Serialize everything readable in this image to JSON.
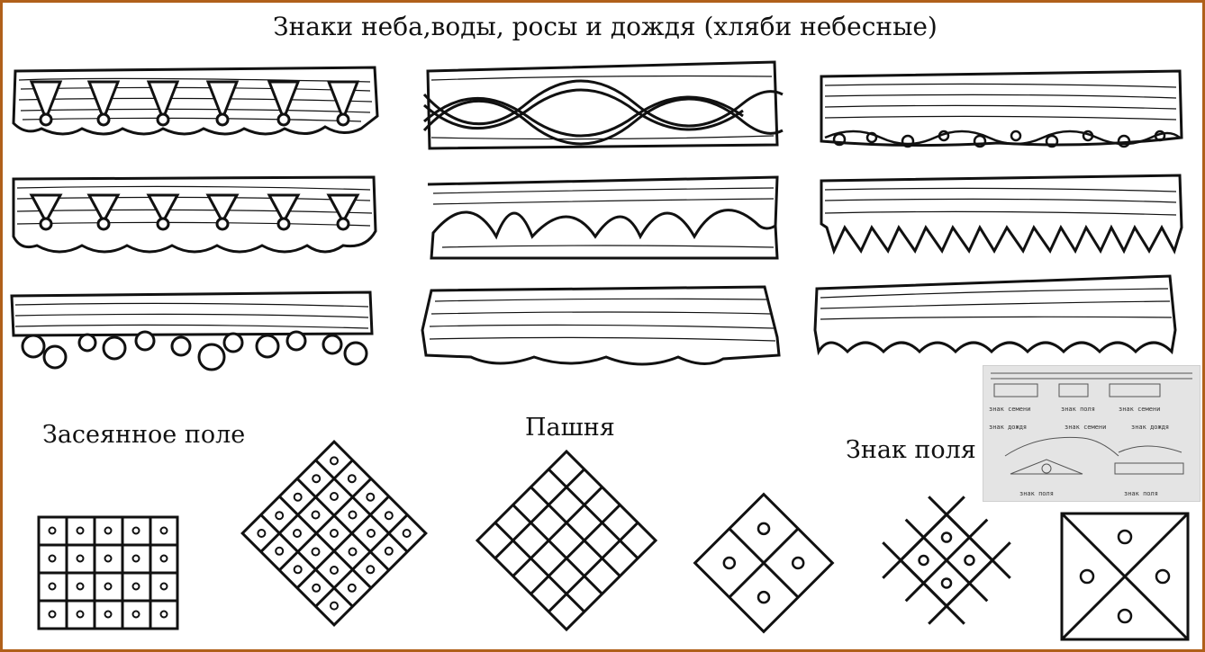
{
  "title": "Знаки неба,воды, росы и дождя (хляби небесные)",
  "labels": {
    "sown_field": "Засеянное поле",
    "plowland": "Пашня",
    "field_sign": "Знак поля"
  },
  "inset": {
    "labels": [
      "знак семени",
      "знак поля",
      "знак семени",
      "знак дождя",
      "знак семени",
      "знак дождя",
      "знак поля",
      "знак поля"
    ]
  },
  "colors": {
    "frame": "#b0601a",
    "ink": "#111111",
    "inset_bg": "#e4e4e4"
  }
}
